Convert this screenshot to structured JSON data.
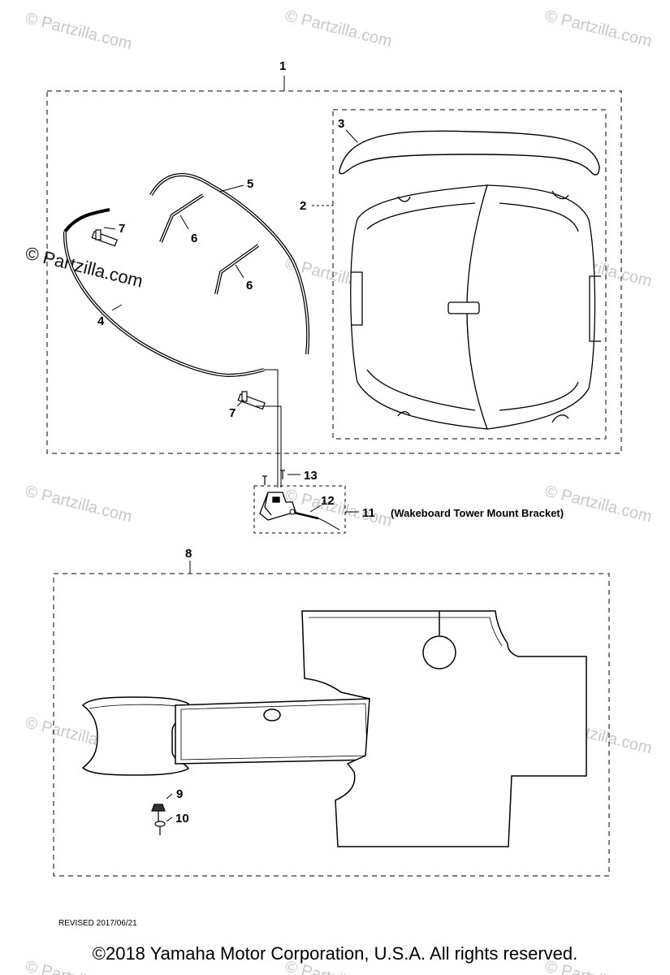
{
  "diagram": {
    "callouts": {
      "c1": "1",
      "c2": "2",
      "c3": "3",
      "c4": "4",
      "c5": "5",
      "c6a": "6",
      "c6b": "6",
      "c7a": "7",
      "c7b": "7",
      "c8": "8",
      "c9": "9",
      "c10": "10",
      "c11": "11",
      "c12": "12",
      "c13": "13"
    },
    "bracket_note": "(Wakeboard Tower Mount Bracket)",
    "revised": "REVISED 2017/06/21"
  },
  "watermark": {
    "text": "© Partzilla.com",
    "faint_color": "#c8c8c8"
  },
  "footer": {
    "copyright": "©2018  Yamaha Motor Corporation, U.S.A. All rights reserved."
  }
}
